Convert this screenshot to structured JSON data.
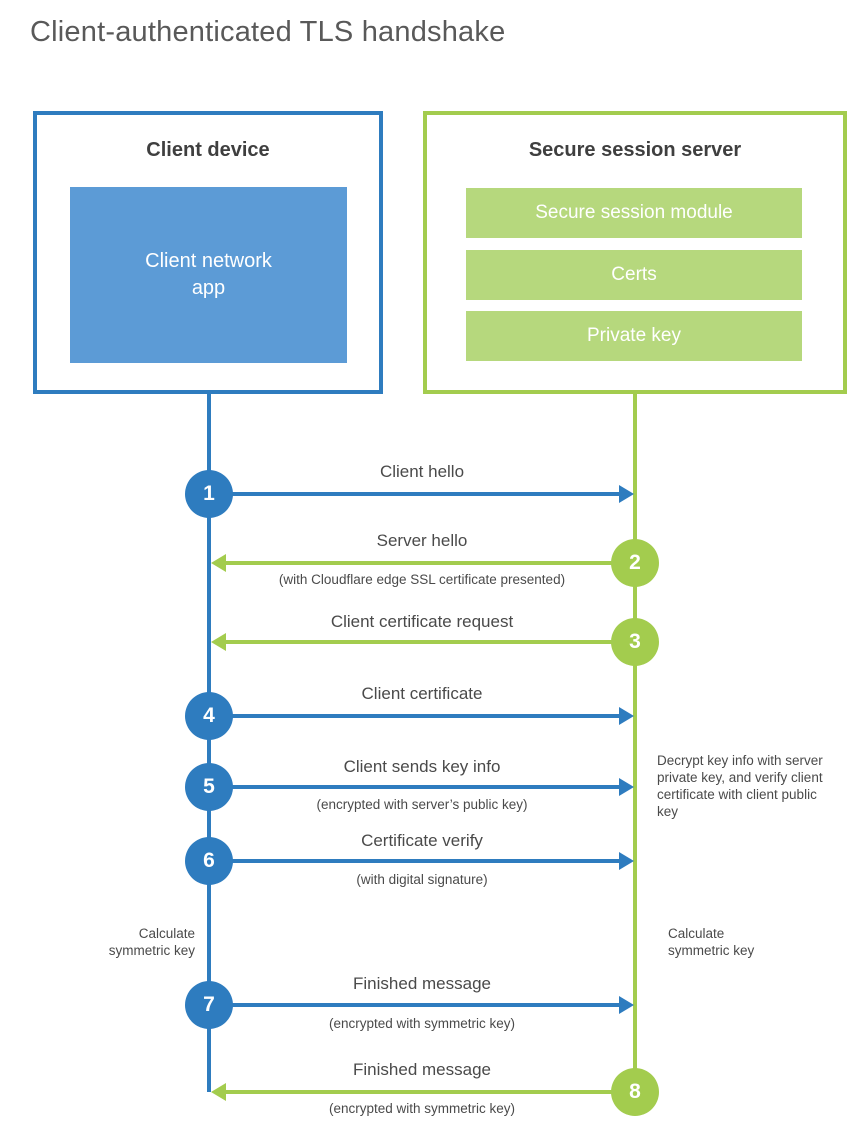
{
  "title": "Client-authenticated TLS handshake",
  "client_box": {
    "title": "Client device",
    "app_label": "Client network app"
  },
  "server_box": {
    "title": "Secure session server",
    "modules": [
      {
        "label": "Secure session module"
      },
      {
        "label": "Certs"
      },
      {
        "label": "Private key"
      }
    ]
  },
  "steps": [
    {
      "num": "1",
      "direction": "client-to-server",
      "label": "Client hello",
      "sub": ""
    },
    {
      "num": "2",
      "direction": "server-to-client",
      "label": "Server hello",
      "sub": "(with Cloudflare edge SSL certificate presented)"
    },
    {
      "num": "3",
      "direction": "server-to-client",
      "label": "Client certificate request",
      "sub": ""
    },
    {
      "num": "4",
      "direction": "client-to-server",
      "label": "Client certificate",
      "sub": ""
    },
    {
      "num": "5",
      "direction": "client-to-server",
      "label": "Client sends key info",
      "sub": "(encrypted with server’s public key)"
    },
    {
      "num": "6",
      "direction": "client-to-server",
      "label": "Certificate verify",
      "sub": "(with digital signature)"
    },
    {
      "num": "7",
      "direction": "client-to-server",
      "label": "Finished message",
      "sub": "(encrypted with symmetric key)"
    },
    {
      "num": "8",
      "direction": "server-to-client",
      "label": "Finished message",
      "sub": "(encrypted with symmetric key)"
    }
  ],
  "annotations": {
    "decrypt_note": "Decrypt key info with server private key, and verify client certificate with client public key",
    "calculate_left": "Calculate symmetric key",
    "calculate_right": "Calculate symmetric key"
  },
  "colors": {
    "accent_blue": "#2E7CBF",
    "light_blue": "#5C9BD6",
    "accent_green": "#A3CC4E",
    "light_green": "#B6D87D",
    "text_gray": "#4A4A4A"
  }
}
